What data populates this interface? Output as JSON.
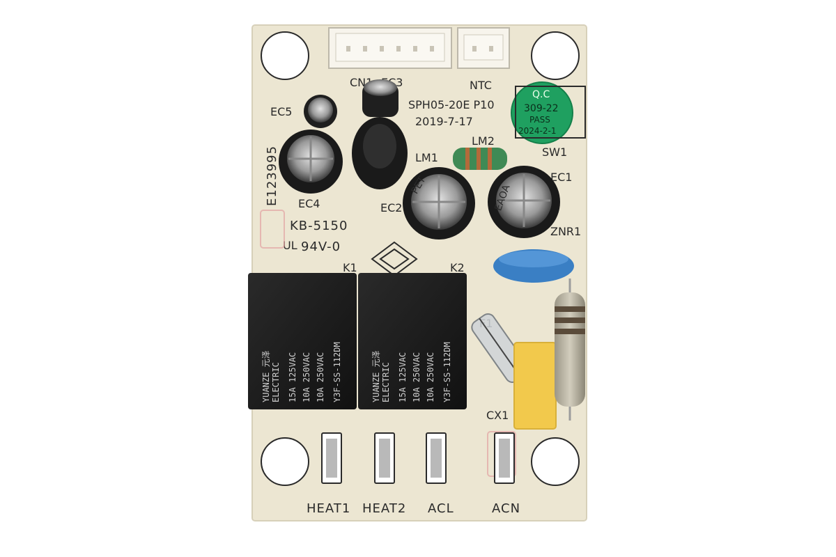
{
  "board": {
    "connectors": {
      "cn1": "CN1",
      "ntc": "NTC"
    },
    "model_line": "SPH05-20E  P10",
    "date_line": "2019-7-17",
    "part_no": "E123995",
    "kb_code": "KB-5150",
    "ul_rating": "94V-0",
    "ul_mark": "UL"
  },
  "labels": {
    "ec1": "EC1",
    "ec2": "EC2",
    "ec3": "EC3",
    "ec4": "EC4",
    "ec5": "EC5",
    "lm1": "LM1",
    "lm2": "LM2",
    "sw1": "SW1",
    "znr1": "ZNR1",
    "k1": "K1",
    "k2": "K2",
    "f1": "F1",
    "cx1": "CX1"
  },
  "terminals": [
    "HEAT1",
    "HEAT2",
    "ACL",
    "ACN"
  ],
  "qc_sticker": {
    "line1": "Q.C",
    "line2": "309-22",
    "line3": "PASS",
    "line4": "2024-2-1",
    "color": "#1fa060"
  },
  "relays": [
    {
      "brand": "YUANZE 元泽",
      "brand2": "ELECTRIC",
      "rating1": "15A 125VAC",
      "rating2": "10A 250VAC",
      "rating3": "10A 250VAC",
      "model": "Y3F-SS-112DM"
    },
    {
      "brand": "YUANZE 元泽",
      "brand2": "ELECTRIC",
      "rating1": "15A 125VAC",
      "rating2": "10A 250VAC",
      "rating3": "10A 250VAC",
      "model": "Y3F-SS-112DM"
    }
  ],
  "capacitor_marks": {
    "ec2": "PET",
    "ec1": "EAOA"
  },
  "colors": {
    "pcb": "#ece6d2",
    "silkscreen": "#2a2a2a",
    "relay_body": "#1b1b1b",
    "capacitor": "#1f1f1f",
    "inductor_green": "#3f8a55",
    "varistor_blue": "#3a7fc4",
    "x_cap_yellow": "#f2c94c",
    "qc_green": "#1fa060"
  }
}
